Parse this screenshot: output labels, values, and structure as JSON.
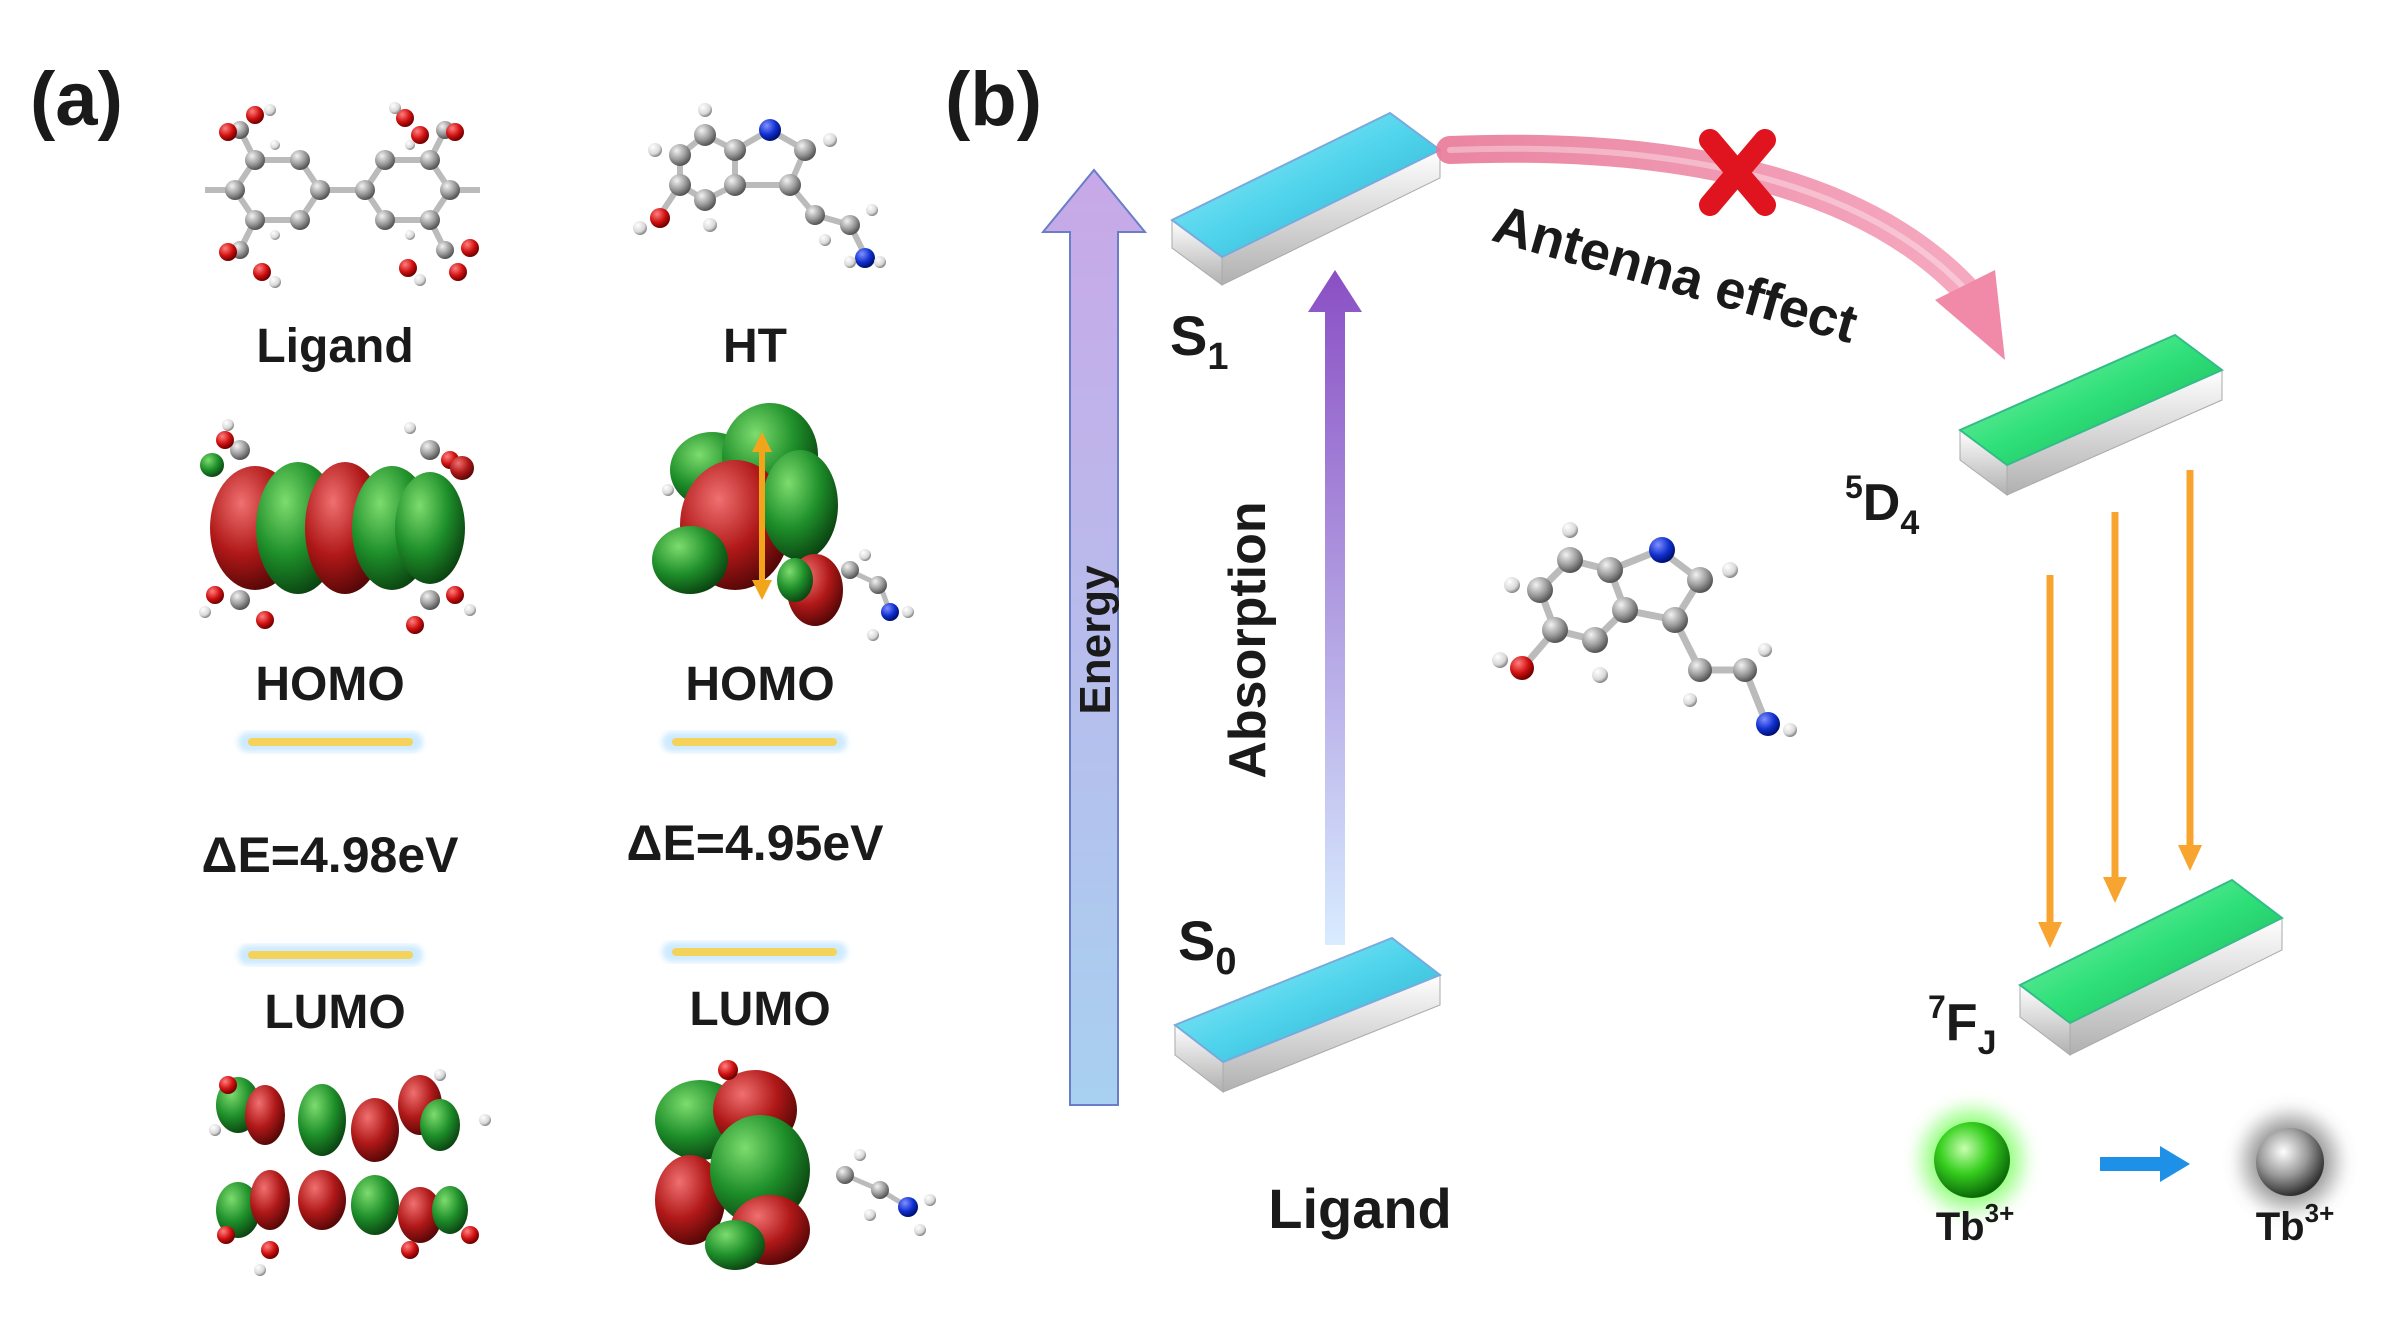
{
  "panel_a": {
    "label": "(a)",
    "ligand_name": "Ligand",
    "ht_name": "HT",
    "homo_label": "HOMO",
    "lumo_label": "LUMO",
    "ligand_gap": "ΔE=4.98eV",
    "ht_gap": "ΔE=4.95eV"
  },
  "panel_b": {
    "label": "(b)",
    "energy_label": "Energy",
    "absorption_label": "Absorption",
    "antenna_label": "Antenna effect",
    "s1_label": "S",
    "s1_sub": "1",
    "s0_label": "S",
    "s0_sub": "0",
    "d4_sup": "5",
    "d4_label": "D",
    "d4_sub": "4",
    "fj_sup": "7",
    "fj_label": "F",
    "fj_sub": "J",
    "ligand_caption": "Ligand",
    "tb_left": "Tb",
    "tb_right": "Tb",
    "tb_charge": "3+"
  },
  "colors": {
    "s_level": "#4fd4ec",
    "tb_level": "#2ee079",
    "energy_arrow": "#b59bde",
    "absorption_arrow": "#8a4fc4",
    "antenna_arrow": "#f08aa8",
    "blocked_mark": "#e0141e",
    "emission_arrow": "#f7a530",
    "gap_line": "#f5d35a",
    "orbital_green": "#1e8f2a",
    "orbital_red": "#b01818",
    "oxygen": "#d01010",
    "nitrogen": "#1030d0",
    "carbon": "#9a9a9a"
  }
}
